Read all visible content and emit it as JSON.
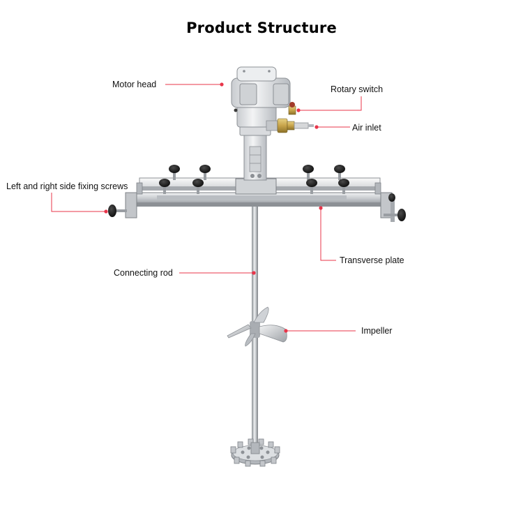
{
  "title": "Product Structure",
  "colors": {
    "leader_line": "#e8354a",
    "steel_light": "#d6d8da",
    "steel_dark": "#8c9095",
    "motor_body": "#e4e6e8",
    "knob": "#1b1b1b",
    "brass": "#c7a44a"
  },
  "labels": {
    "motor_head": "Motor head",
    "rotary_switch": "Rotary switch",
    "air_inlet": "Air inlet",
    "fixing_screws": "Left and right side fixing screws",
    "transverse_plate": "Transverse plate",
    "connecting_rod": "Connecting rod",
    "impeller": "Impeller"
  }
}
